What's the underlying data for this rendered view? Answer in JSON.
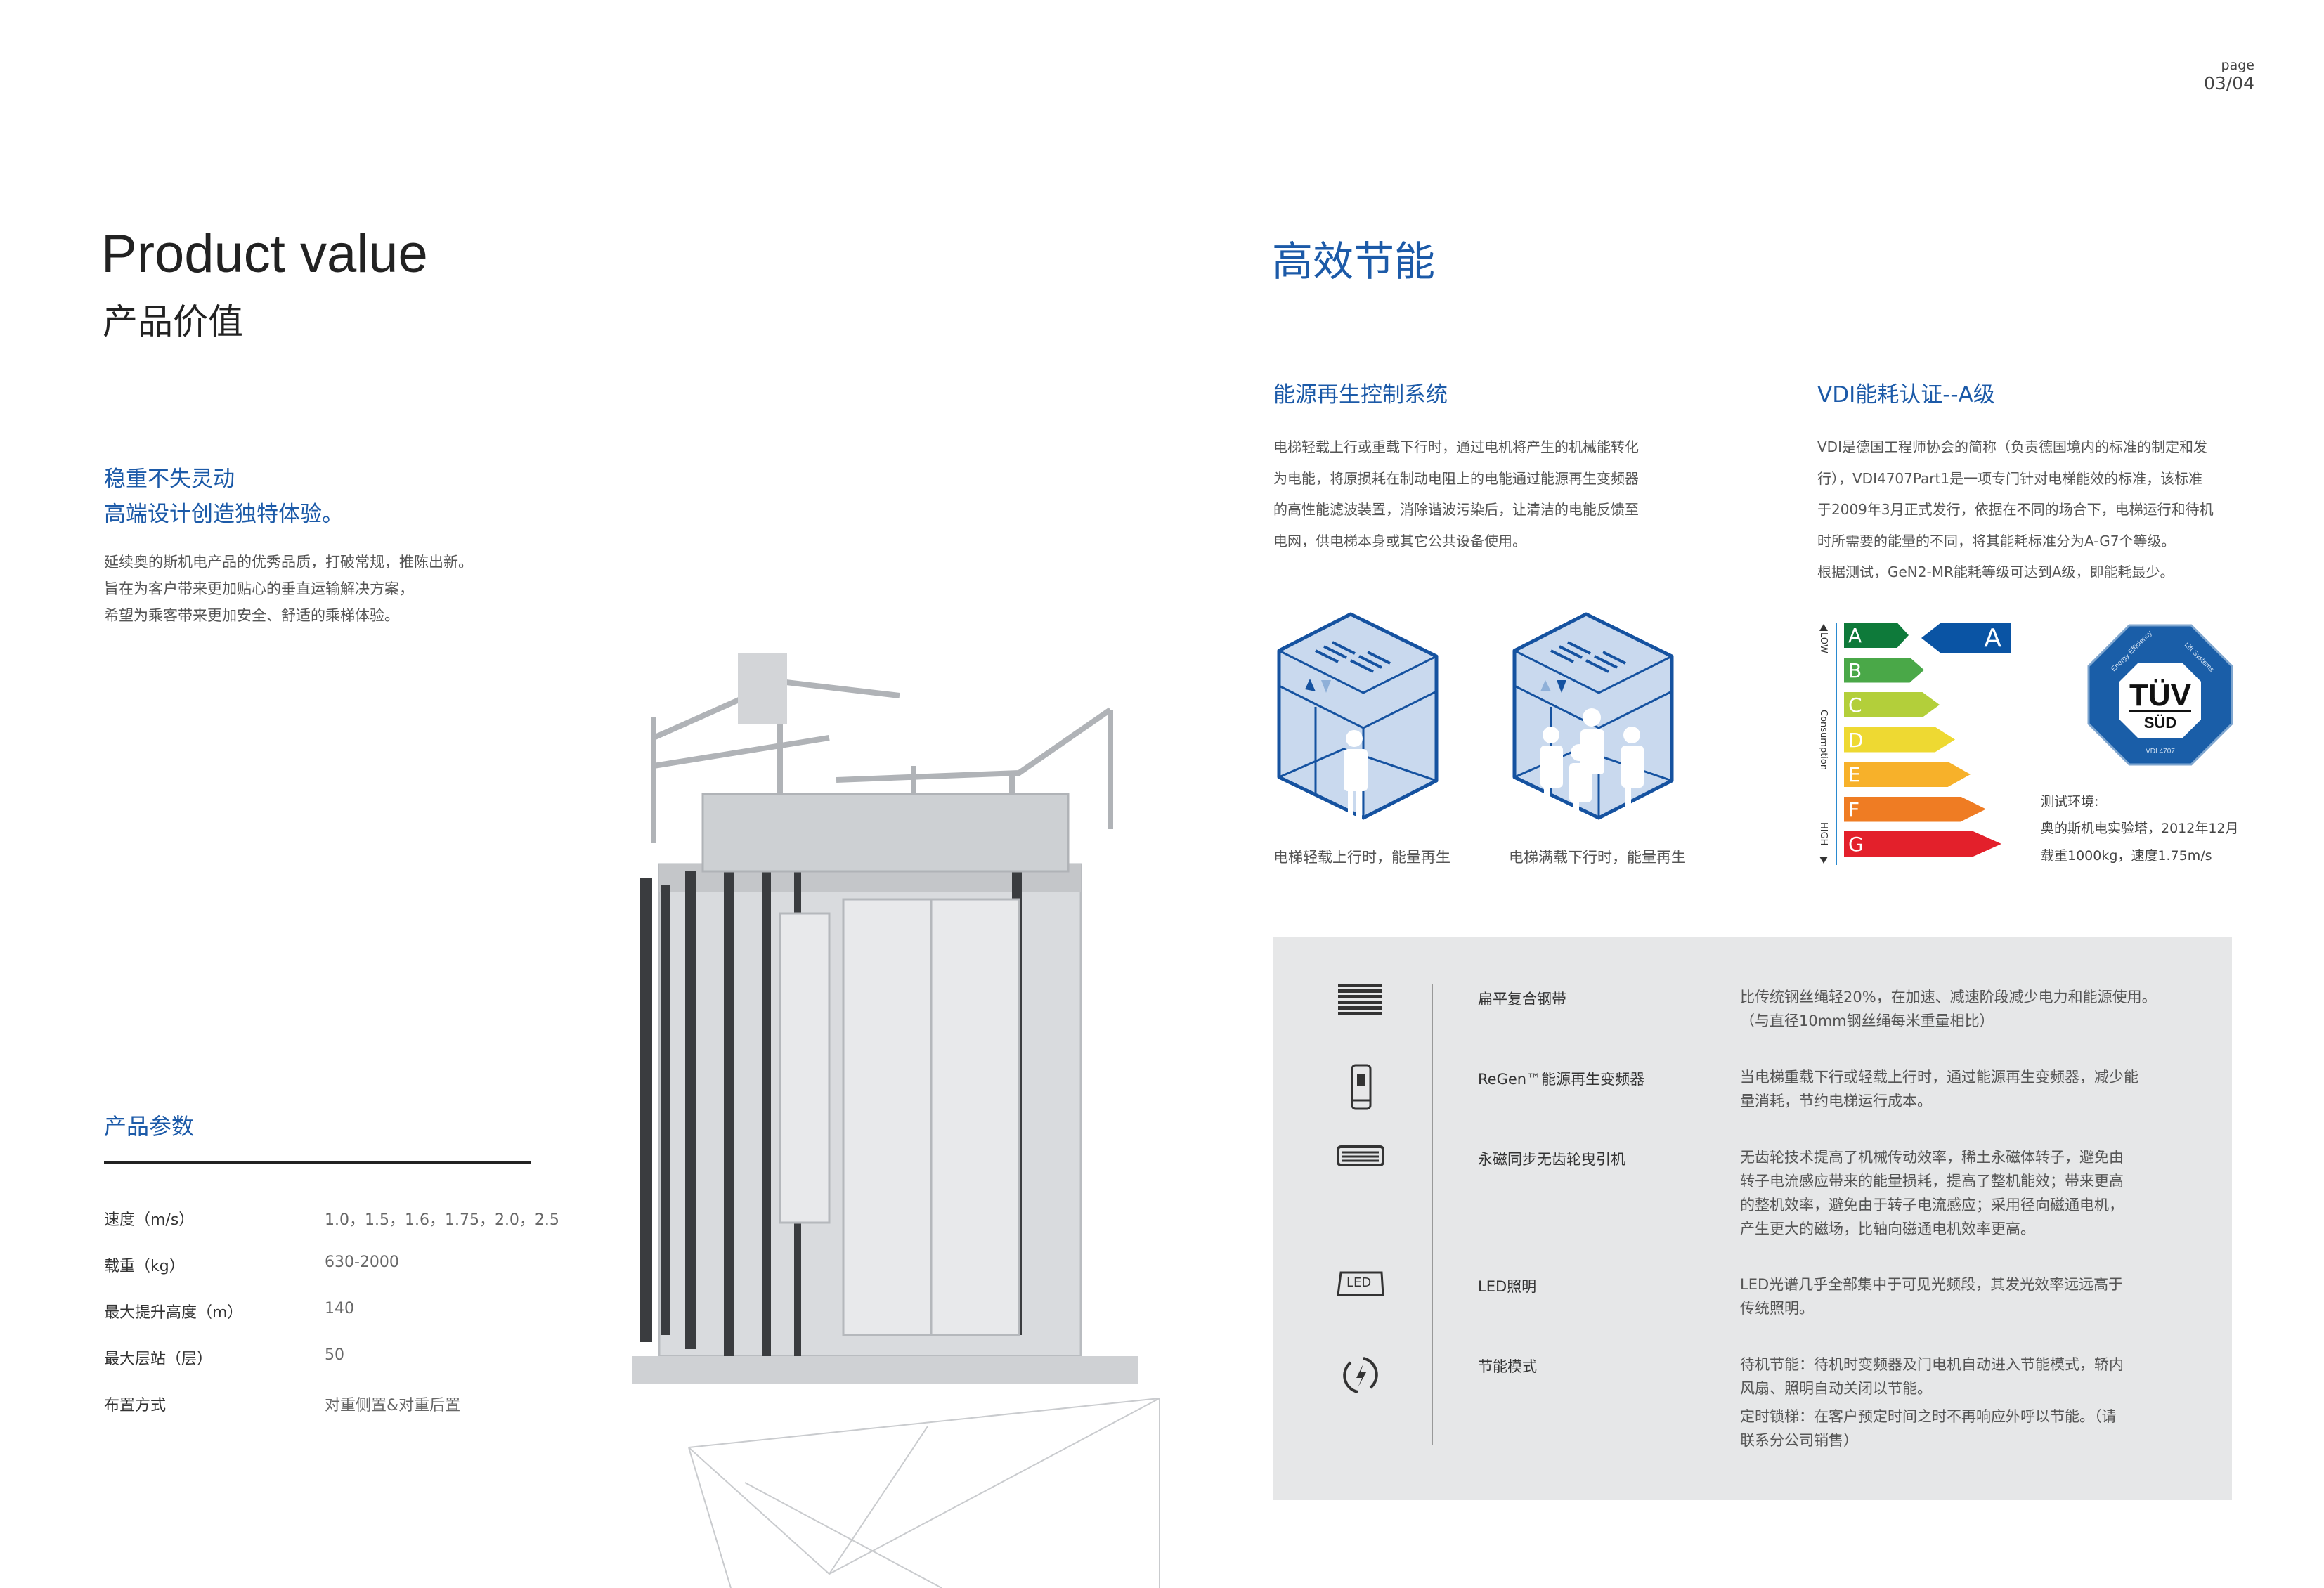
{
  "page": {
    "label": "page",
    "number": "03/04"
  },
  "left": {
    "title_en": "Product value",
    "title_cn": "产品价值",
    "slogan": [
      "稳重不失灵动",
      "高端设计创造独特体验。"
    ],
    "intro": [
      "延续奥的斯机电产品的优秀品质，打破常规，推陈出新。",
      "旨在为客户带来更加贴心的垂直运输解决方案，",
      "希望为乘客带来更加安全、舒适的乘梯体验。"
    ],
    "params_title": "产品参数",
    "params": [
      {
        "label": "速度（m/s）",
        "value": "1.0，1.5，1.6，1.75，2.0，2.5"
      },
      {
        "label": "载重（kg）",
        "value": "630-2000"
      },
      {
        "label": "最大提升高度（m）",
        "value": "140"
      },
      {
        "label": "最大层站（层）",
        "value": "50"
      },
      {
        "label": "布置方式",
        "value": "对重侧置&对重后置"
      }
    ]
  },
  "right": {
    "title": "高效节能",
    "regen": {
      "title": "能源再生控制系统",
      "lines": [
        "电梯轻载上行或重载下行时，通过电机将产生的机械能转化",
        "为电能，将原损耗在制动电阻上的电能通过能源再生变频器",
        "的高性能滤波装置，消除谐波污染后，让清洁的电能反馈至",
        "电网，供电梯本身或其它公共设备使用。"
      ],
      "captions": [
        "电梯轻载上行时，能量再生",
        "电梯满载下行时，能量再生"
      ]
    },
    "vdi": {
      "title": "VDI能耗认证--A级",
      "lines": [
        "VDI是德国工程师协会的简称（负责德国境内的标准的制定和发",
        "行），VDI4707Part1是一项专门针对电梯能效的标准，该标准",
        "于2009年3月正式发行，依据在不同的场合下，电梯运行和待机",
        "时所需要的能量的不同，将其能耗标准分为A-G7个等级。",
        "根据测试，GeN2-MR能耗等级可达到A级，即能耗最少。"
      ],
      "axis": {
        "low": "LOW",
        "mid": "Consumption",
        "high": "HIGH"
      },
      "grades": [
        {
          "letter": "A",
          "color": "#0e7a3a"
        },
        {
          "letter": "B",
          "color": "#4aa848"
        },
        {
          "letter": "C",
          "color": "#b3cf3a"
        },
        {
          "letter": "D",
          "color": "#eed932"
        },
        {
          "letter": "E",
          "color": "#f7b12a"
        },
        {
          "letter": "F",
          "color": "#ef7c23"
        },
        {
          "letter": "G",
          "color": "#e3202b"
        }
      ],
      "rating": "A",
      "rating_color": "#0a54a4",
      "logo": {
        "main": "TÜV",
        "sub": "SÜD",
        "arc1": "Energy Efficiency",
        "arc2": "Lift Systems",
        "std": "VDI 4707"
      },
      "test": [
        "测试环境:",
        "奥的斯机电实验塔，2012年12月",
        "载重1000kg，速度1.75m/s"
      ]
    },
    "features": [
      {
        "icon": "flat-belt-icon",
        "title": "扁平复合钢带",
        "desc": [
          "比传统钢丝绳轻20%，在加速、减速阶段减少电力和能源使用。",
          "（与直径10mm钢丝绳每米重量相比）"
        ]
      },
      {
        "icon": "inverter-icon",
        "title": "ReGen™能源再生变频器",
        "desc": [
          "当电梯重载下行或轻载上行时，通过能源再生变频器，减少能",
          "量消耗，节约电梯运行成本。"
        ]
      },
      {
        "icon": "gearless-machine-icon",
        "title": "永磁同步无齿轮曳引机",
        "desc": [
          "无齿轮技术提高了机械传动效率，稀土永磁体转子，避免由",
          "转子电流感应带来的能量损耗，提高了整机能效；带来更高",
          "的整机效率，避免由于转子电流感应；采用径向磁通电机，",
          "产生更大的磁场，比轴向磁通电机效率更高。"
        ]
      },
      {
        "icon": "led-icon",
        "title": "LED照明",
        "icon_text": "LED",
        "desc": [
          "LED光谱几乎全部集中于可见光频段，其发光效率远远高于",
          "传统照明。"
        ]
      },
      {
        "icon": "energy-mode-icon",
        "title": "节能模式",
        "desc": [
          "待机节能：待机时变频器及门电机自动进入节能模式，轿内",
          "风扇、照明自动关闭以节能。",
          "定时锁梯：在客户预定时间之时不再响应外呼以节能。（请",
          "联系分公司销售）"
        ]
      }
    ]
  }
}
